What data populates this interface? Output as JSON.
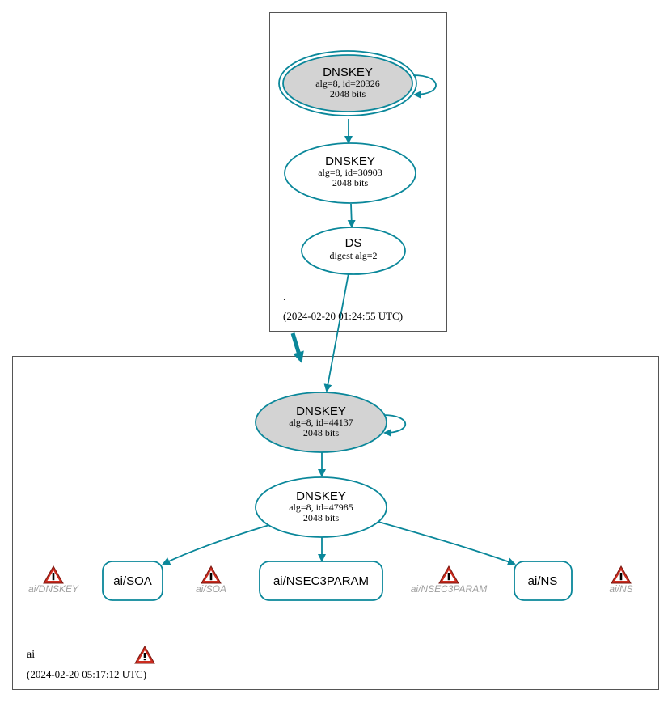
{
  "colors": {
    "edge": "#0a879a",
    "ksk_fill": "#d3d3d3",
    "zone_border": "#555555",
    "warning_red": "#cc2b1e",
    "warning_label": "#a0a0a0"
  },
  "root_zone": {
    "name": ".",
    "timestamp": "(2024-02-20 01:24:55 UTC)",
    "ksk": {
      "title": "DNSKEY",
      "line1": "alg=8, id=20326",
      "line2": "2048 bits"
    },
    "zsk": {
      "title": "DNSKEY",
      "line1": "alg=8, id=30903",
      "line2": "2048 bits"
    },
    "ds": {
      "title": "DS",
      "line1": "digest alg=2"
    }
  },
  "ai_zone": {
    "name": "ai",
    "timestamp": "(2024-02-20 05:17:12 UTC)",
    "ksk": {
      "title": "DNSKEY",
      "line1": "alg=8, id=44137",
      "line2": "2048 bits"
    },
    "zsk": {
      "title": "DNSKEY",
      "line1": "alg=8, id=47985",
      "line2": "2048 bits"
    },
    "records": {
      "soa": "ai/SOA",
      "nsec3param": "ai/NSEC3PARAM",
      "ns": "ai/NS"
    },
    "warnings": {
      "dnskey": "ai/DNSKEY",
      "soa": "ai/SOA",
      "nsec3param": "ai/NSEC3PARAM",
      "ns": "ai/NS"
    }
  },
  "icons": {
    "warning": "warning-triangle-icon"
  }
}
